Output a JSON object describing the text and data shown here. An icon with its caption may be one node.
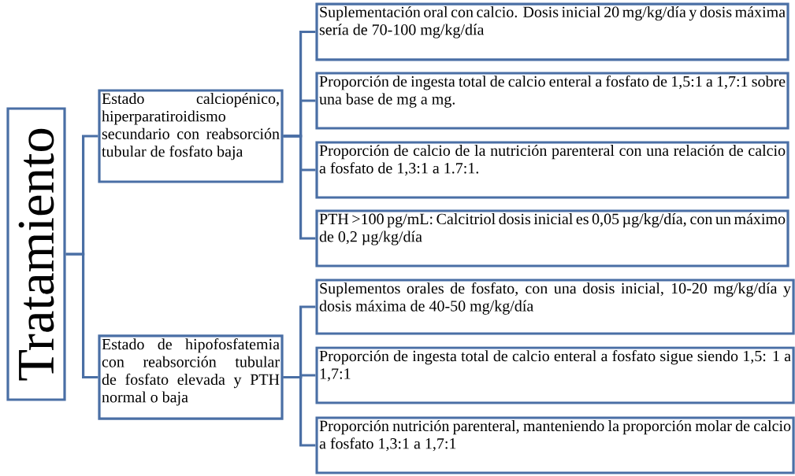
{
  "diagram": {
    "nodes": [
      {
        "text": [
          "Tratamiento"
        ]
      },
      {
        "text": [
          "Estado calciopénico, hiperparatiroidismo secundario con reabsorción tubular de fosfato baja"
        ]
      },
      {
        "text": [
          "Estado de hipofosfatemia con reabsorción tubular de fosfato elevada y PTH normal o baja"
        ]
      },
      {
        "text": [
          "Suplementación oral con calcio. Dosis inicial 20 mg/kg/día y dosis máxima sería de 70-100 mg/kg/día"
        ]
      },
      {
        "text": [
          "Proporción de ingesta total de calcio enteral a fosfato de 1,5:1 a 1,7:1 sobre una base de mg a mg."
        ]
      },
      {
        "text": [
          "Proporción de calcio de la nutrición parenteral con una relación de calcio a fosfato de 1,3:1 a 1.7:1."
        ]
      },
      {
        "text": [
          "PTH >100 pg/mL: Calcitriol dosis inicial es 0,05 µg/kg/día, con un máximo de 0,2 µg/kg/día"
        ]
      },
      {
        "text": [
          "Suplementos orales de fosfato, con una dosis inicial, 10-20 mg/kg/día y dosis máxima de 40-50 mg/kg/día"
        ]
      },
      {
        "text": [
          "Proporción de ingesta total de calcio enteral a fosfato sigue siendo 1,5: 1 a 1,7:1"
        ]
      },
      {
        "text": [
          "Proporción nutrición parenteral, manteniendo la proporción molar de calcio a fosfato 1,3:1 a 1,7:1"
        ]
      }
    ],
    "edges": [
      {
        "from": 0,
        "to": 1,
        "arrow": "none"
      },
      {
        "from": 0,
        "to": 2,
        "arrow": "none"
      },
      {
        "from": 1,
        "to": 3,
        "arrow": "none"
      },
      {
        "from": 1,
        "to": 4,
        "arrow": "none"
      },
      {
        "from": 1,
        "to": 5,
        "arrow": "none"
      },
      {
        "from": 1,
        "to": 6,
        "arrow": "none"
      },
      {
        "from": 2,
        "to": 7,
        "arrow": "none"
      },
      {
        "from": 2,
        "to": 8,
        "arrow": "none"
      },
      {
        "from": 2,
        "to": 9,
        "arrow": "none"
      }
    ]
  }
}
